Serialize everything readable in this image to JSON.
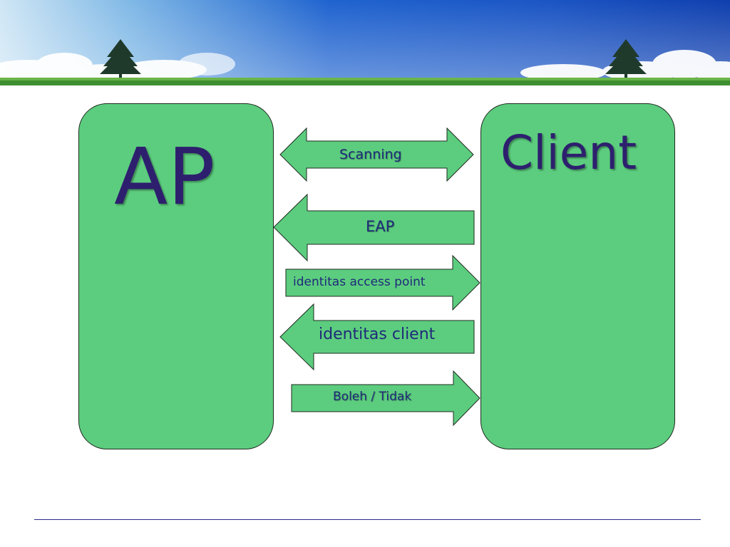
{
  "diagram": {
    "ap_title": "AP",
    "client_title": "Client",
    "arrows": [
      {
        "label": "Scanning",
        "direction": "both"
      },
      {
        "label": "EAP",
        "direction": "to-ap"
      },
      {
        "label": "identitas access point",
        "direction": "to-client"
      },
      {
        "label": "identitas client",
        "direction": "to-ap"
      },
      {
        "label": "Boleh / Tidak",
        "direction": "to-client"
      }
    ]
  },
  "colors": {
    "box_fill": "#5ccd7e",
    "title_text": "#2d1f6e",
    "arrow_text": "#1f2a7a",
    "banner_sky": "#1a5fd0",
    "footer_line": "#2b2b88"
  }
}
